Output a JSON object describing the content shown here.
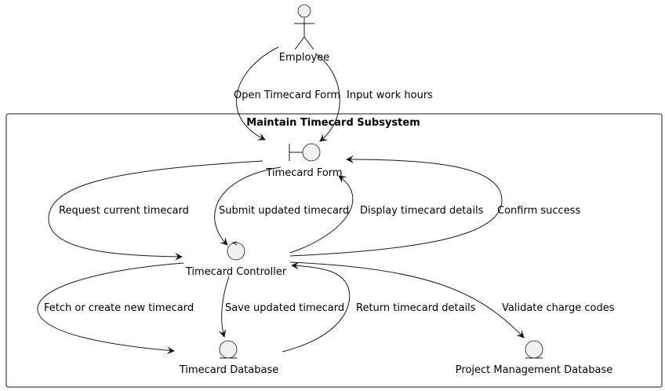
{
  "diagram": {
    "boundary_title": "Maintain Timecard Subsystem",
    "nodes": {
      "employee": "Employee",
      "timecard_form": "Timecard Form",
      "timecard_controller": "Timecard Controller",
      "timecard_database": "Timecard Database",
      "project_management_database": "Project Management Database"
    },
    "edges": {
      "open_form": "Open Timecard Form",
      "input_hours": "Input work hours",
      "request_current": "Request current timecard",
      "submit_updated": "Submit updated timecard",
      "display_details": "Display timecard details",
      "confirm_success": "Confirm success",
      "fetch_or_create": "Fetch or create new timecard",
      "save_updated": "Save updated timecard",
      "return_details": "Return timecard details",
      "validate_codes": "Validate charge codes"
    }
  }
}
